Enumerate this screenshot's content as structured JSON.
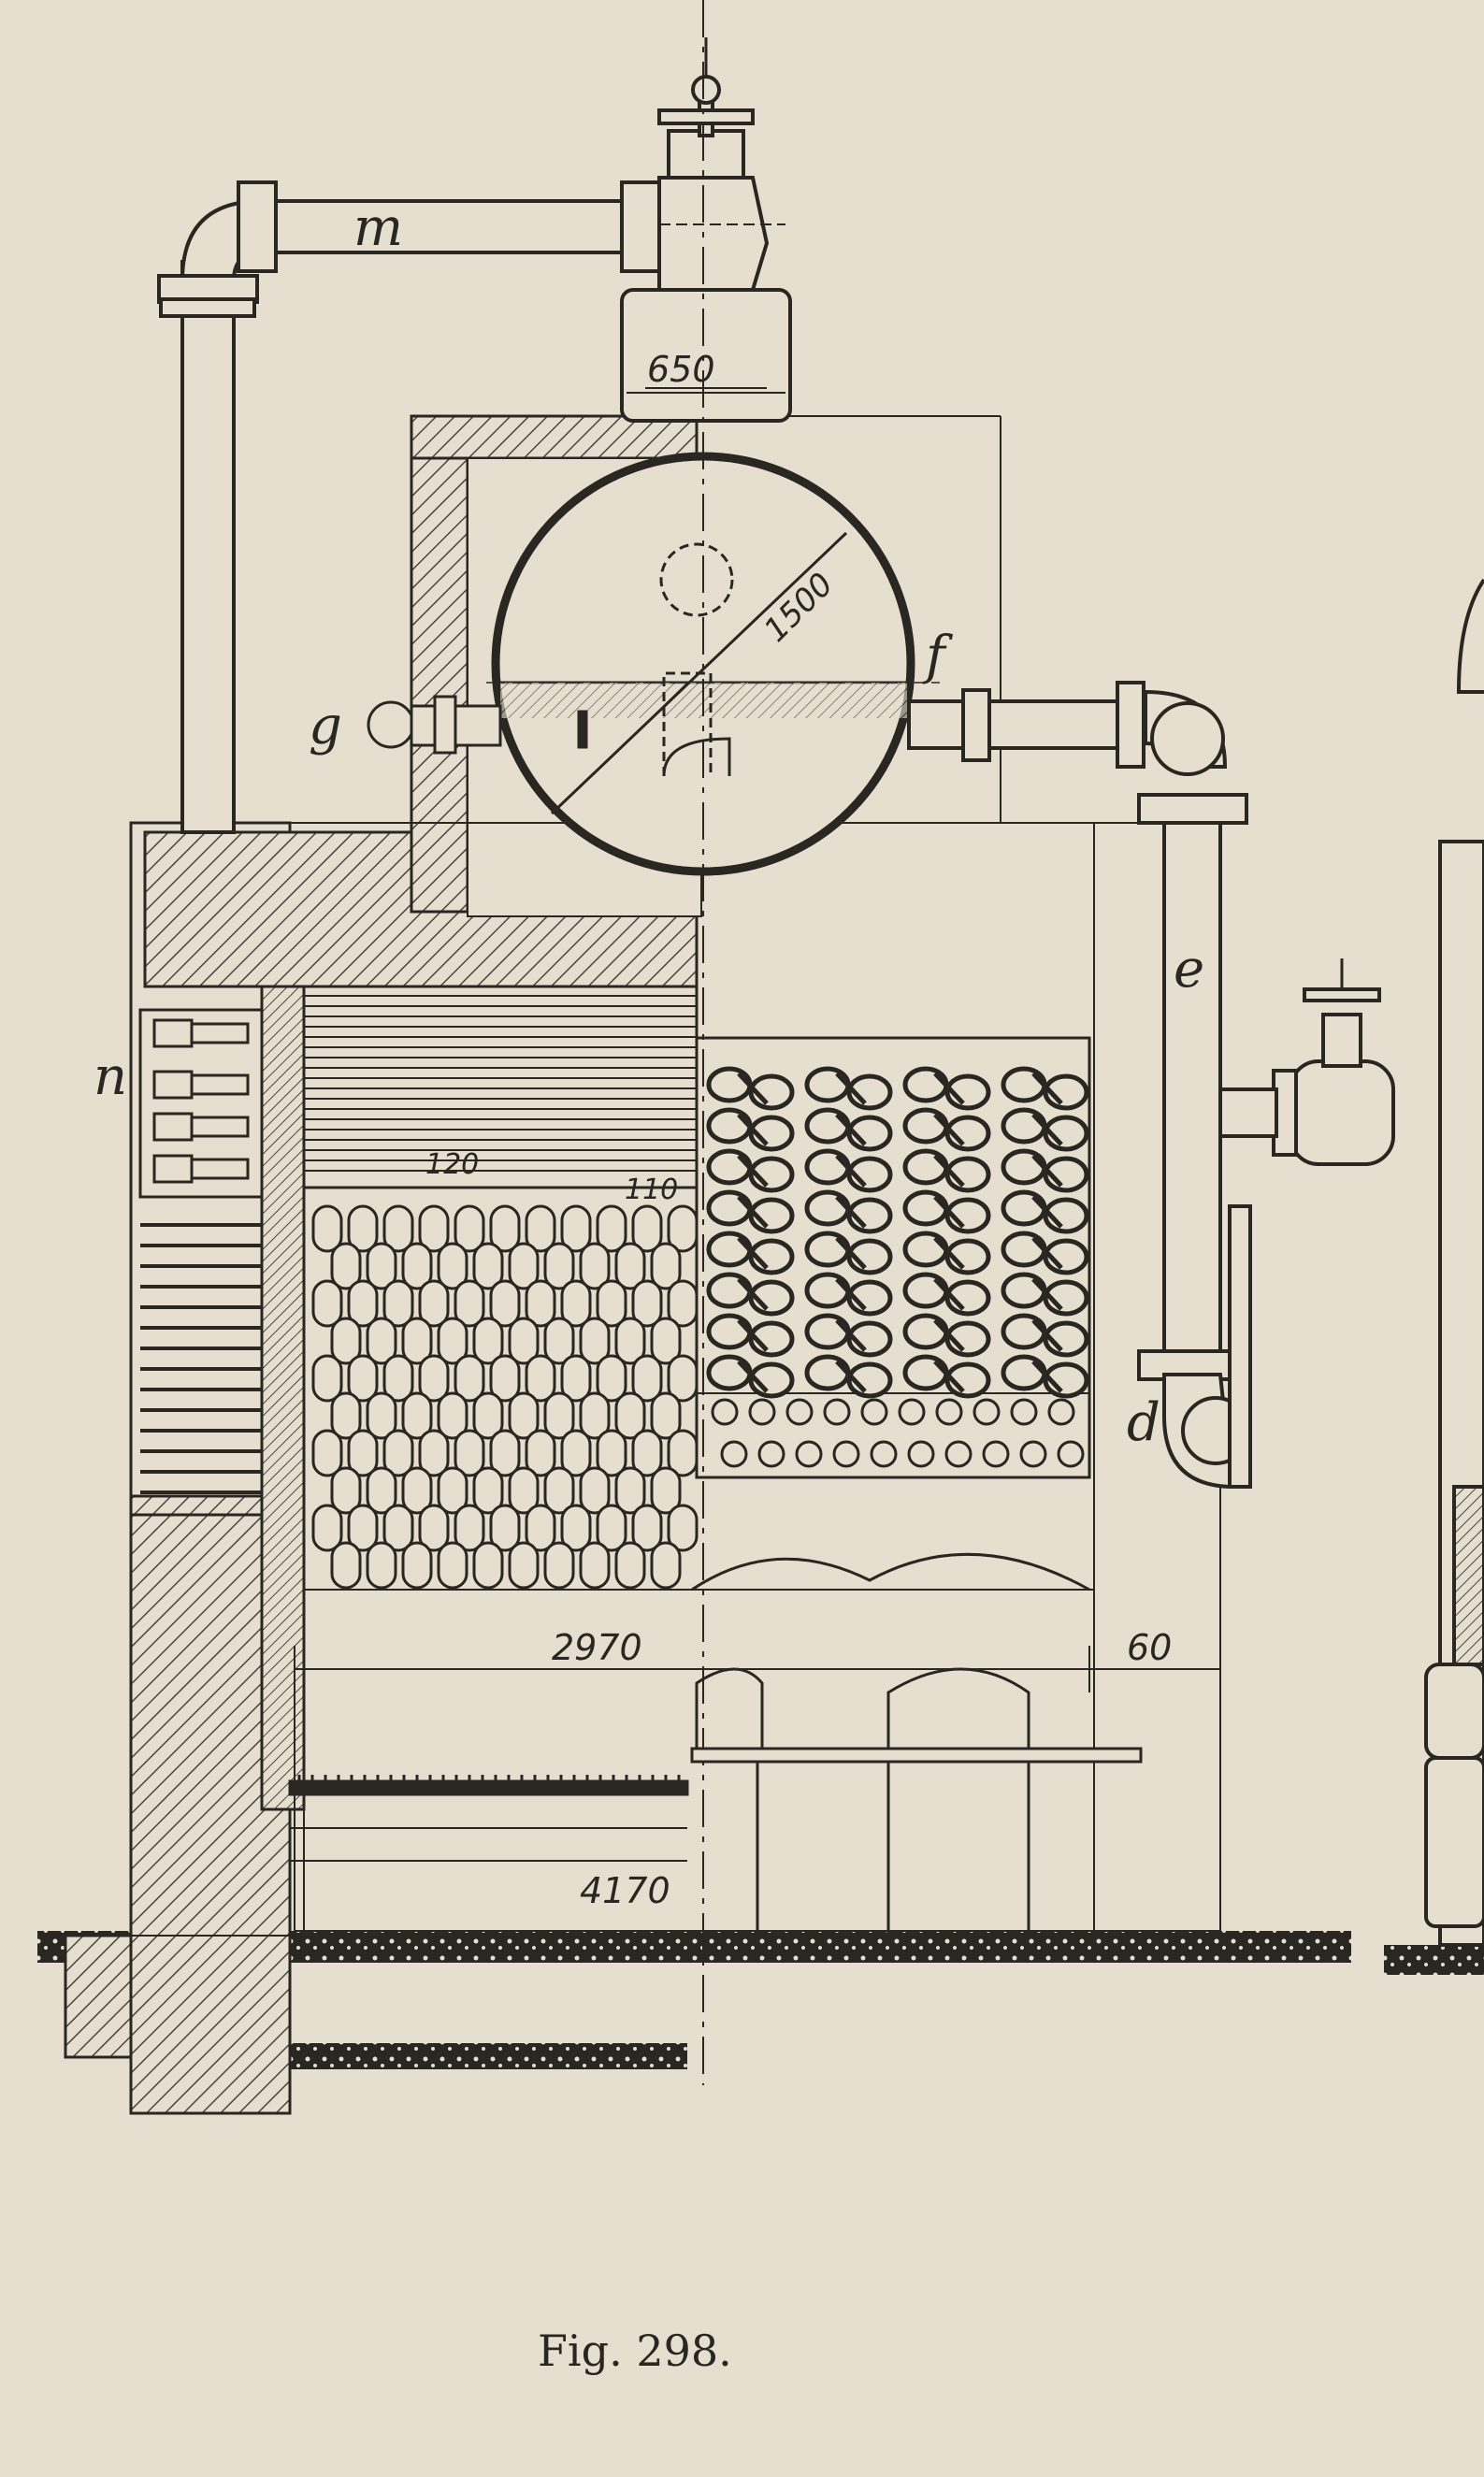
{
  "figure": {
    "caption": "Fig. 298.",
    "part_labels": {
      "m": "m",
      "g": "g",
      "f": "f",
      "e": "e",
      "n": "n",
      "d": "d"
    },
    "dimensions": {
      "steam_dome_diameter": "650",
      "drum_diameter": "1500",
      "tube_small": "120",
      "tube_small_2": "110",
      "grate_length": "2970",
      "right_gap": "60",
      "total_length": "4170"
    }
  },
  "colors": {
    "paper": "#e6dfd0",
    "ink": "#2a2622",
    "hatch": "#4a4540"
  }
}
